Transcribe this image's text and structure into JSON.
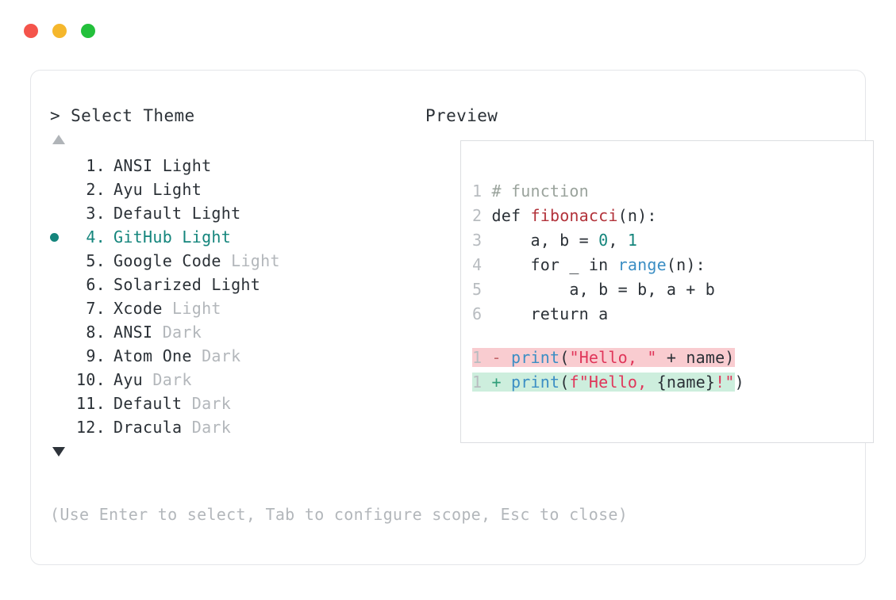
{
  "window": {
    "dots": [
      {
        "name": "close",
        "color": "#f4544b"
      },
      {
        "name": "minimize",
        "color": "#f5b72c"
      },
      {
        "name": "maximize",
        "color": "#23c03b"
      }
    ]
  },
  "left_panel": {
    "title": "> Select Theme",
    "scroll_up_icon": "triangle-up",
    "scroll_down_icon": "triangle-down",
    "selected_index": 4,
    "selection_color": "#14857c",
    "items": [
      {
        "num": "1.",
        "name": "ANSI Light",
        "suffix": ""
      },
      {
        "num": "2.",
        "name": "Ayu Light",
        "suffix": ""
      },
      {
        "num": "3.",
        "name": "Default Light",
        "suffix": ""
      },
      {
        "num": "4.",
        "name": "GitHub Light",
        "suffix": ""
      },
      {
        "num": "5.",
        "name": "Google Code",
        "suffix": " Light"
      },
      {
        "num": "6.",
        "name": "Solarized Light",
        "suffix": ""
      },
      {
        "num": "7.",
        "name": "Xcode",
        "suffix": " Light"
      },
      {
        "num": "8.",
        "name": "ANSI",
        "suffix": " Dark"
      },
      {
        "num": "9.",
        "name": "Atom One",
        "suffix": " Dark"
      },
      {
        "num": "10.",
        "name": "Ayu",
        "suffix": " Dark"
      },
      {
        "num": "11.",
        "name": "Default",
        "suffix": " Dark"
      },
      {
        "num": "12.",
        "name": "Dracula",
        "suffix": " Dark"
      }
    ]
  },
  "right_panel": {
    "title": "Preview",
    "code_lines": [
      {
        "ln": "1",
        "tokens": [
          {
            "t": " # function",
            "c": "comment"
          }
        ]
      },
      {
        "ln": "2",
        "tokens": [
          {
            "t": " def ",
            "c": "kw"
          },
          {
            "t": "fibonacci",
            "c": "fn"
          },
          {
            "t": "(n):",
            "c": "plain"
          }
        ]
      },
      {
        "ln": "3",
        "tokens": [
          {
            "t": "     a, b = ",
            "c": "plain"
          },
          {
            "t": "0",
            "c": "num"
          },
          {
            "t": ", ",
            "c": "plain"
          },
          {
            "t": "1",
            "c": "num"
          }
        ]
      },
      {
        "ln": "4",
        "tokens": [
          {
            "t": "     for _ in ",
            "c": "plain"
          },
          {
            "t": "range",
            "c": "builtin"
          },
          {
            "t": "(n):",
            "c": "plain"
          }
        ]
      },
      {
        "ln": "5",
        "tokens": [
          {
            "t": "         a, b = b, a + b",
            "c": "plain"
          }
        ]
      },
      {
        "ln": "6",
        "tokens": [
          {
            "t": "     return a",
            "c": "plain"
          }
        ]
      }
    ],
    "diff_lines": [
      {
        "ln": "1",
        "kind": "del",
        "marker": "-",
        "bg": "#f9ccd0",
        "tokens": [
          {
            "t": "print",
            "c": "builtin"
          },
          {
            "t": "(",
            "c": "plain"
          },
          {
            "t": "\"Hello, \"",
            "c": "str"
          },
          {
            "t": " + name)",
            "c": "plain"
          }
        ],
        "trailing": ""
      },
      {
        "ln": "1",
        "kind": "add",
        "marker": "+",
        "bg": "#cdeedd",
        "tokens": [
          {
            "t": "print",
            "c": "builtin"
          },
          {
            "t": "(",
            "c": "plain"
          },
          {
            "t": "f\"Hello, ",
            "c": "str"
          },
          {
            "t": "{name}",
            "c": "plain"
          },
          {
            "t": "!\"",
            "c": "str"
          }
        ],
        "trailing": ")"
      }
    ]
  },
  "footer": {
    "hint": "(Use Enter to select, Tab to configure scope, Esc to close)"
  }
}
